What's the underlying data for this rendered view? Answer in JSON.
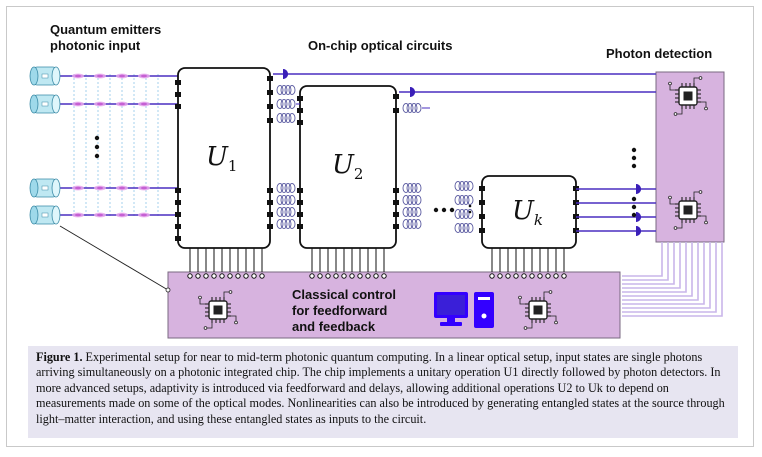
{
  "labels": {
    "emitters_line1": "Quantum emitters",
    "emitters_line2": "photonic input",
    "onchip": "On-chip optical circuits",
    "detection": "Photon detection",
    "control_line1": "Classical control",
    "control_line2": "for feedforward",
    "control_line3": "and feedback"
  },
  "unitaries": [
    {
      "symbol": "U",
      "subscript": "1"
    },
    {
      "symbol": "U",
      "subscript": "2"
    },
    {
      "symbol": "U",
      "subscript": "k"
    }
  ],
  "caption": {
    "figure_number": "Figure 1.",
    "text": "Experimental setup for near to mid-term photonic quantum computing. In a linear optical setup, input states are single photons arriving simultaneously on a photonic integrated chip. The chip implements a unitary operation U1 directly followed by photon detectors. In more advanced setups, adaptivity is introduced via feedforward and delays, allowing additional operations U2 to Uk to depend on measurements made on some of the optical modes. Nonlinearities can also be introduced by generating entangled states at the source through light–matter interaction, and using these entangled states as inputs to the circuit."
  },
  "colors": {
    "waveguide": "#4a2fc0",
    "panel": "#d7b3df",
    "panel_border": "#6c6c6c",
    "caption_bg": "#e7e5f1",
    "emitter": "#7fd2e6",
    "pulse": "#d98ee0",
    "computer": "#3300ff"
  },
  "icons": [
    "emitter-icon",
    "detector-chip-icon",
    "delay-coil-icon",
    "computer-icon"
  ]
}
